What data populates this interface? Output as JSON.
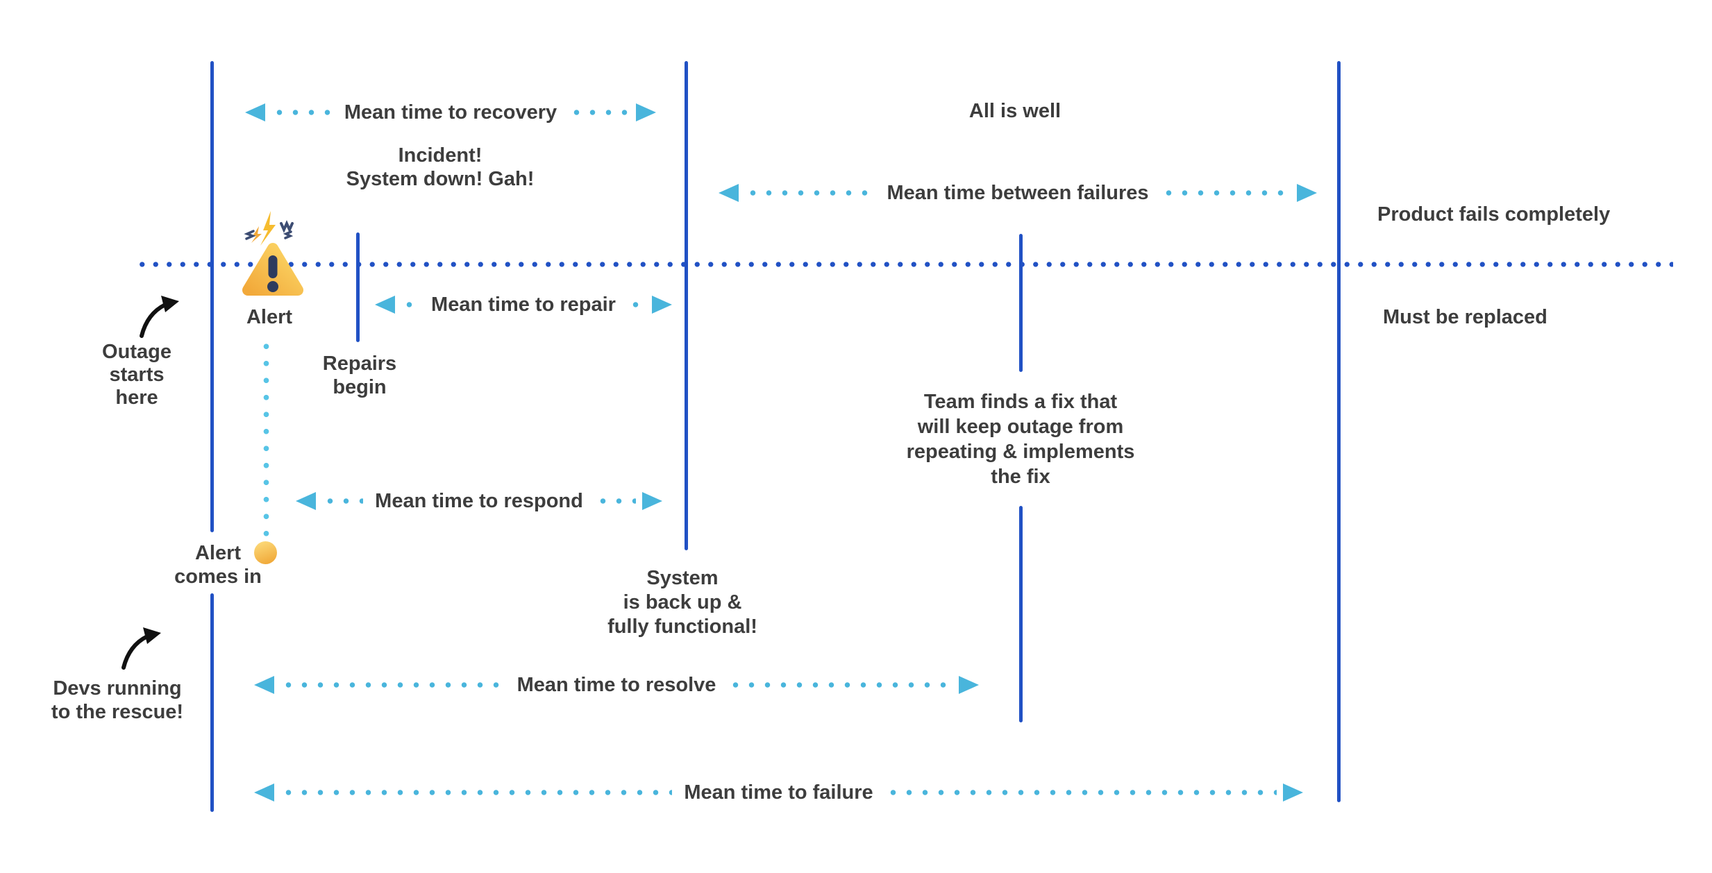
{
  "title": "Incident management time metrics diagram",
  "colors": {
    "navy": "#2151c4",
    "cyan": "#49b5dc",
    "cyan_light": "#57c4e6",
    "text": "#3d3d3d",
    "arrow_black": "#111111",
    "gold_light": "#fcd868",
    "gold_deep": "#f2a93a",
    "exclaim_navy": "#2d3b5e"
  },
  "arrows": {
    "recovery": {
      "label": "Mean time to recovery"
    },
    "between_failures": {
      "label": "Mean time between failures"
    },
    "repair": {
      "label": "Mean time to repair"
    },
    "respond": {
      "label": "Mean time to respond"
    },
    "resolve": {
      "label": "Mean time to resolve"
    },
    "failure": {
      "label": "Mean time to failure"
    }
  },
  "events": {
    "incident": "Incident!\nSystem down! Gah!",
    "all_is_well": "All is well",
    "product_fails": "Product fails completely",
    "must_be_replaced": "Must be replaced",
    "alert": "Alert",
    "outage_starts": "Outage\nstarts\nhere",
    "repairs_begin": "Repairs\nbegin",
    "team_fix": "Team finds a fix that\nwill keep outage from\nrepeating & implements\nthe fix",
    "alert_comes_in": "Alert\ncomes in",
    "system_back_up": "System\nis back up &\nfully functional!",
    "devs_running": "Devs running\nto the rescue!"
  },
  "icons": {
    "warning": "warning-triangle-icon",
    "alert_dot": "alert-dot-icon",
    "outage_arrow": "curved-arrow-icon",
    "devs_arrow": "curved-arrow-icon"
  }
}
